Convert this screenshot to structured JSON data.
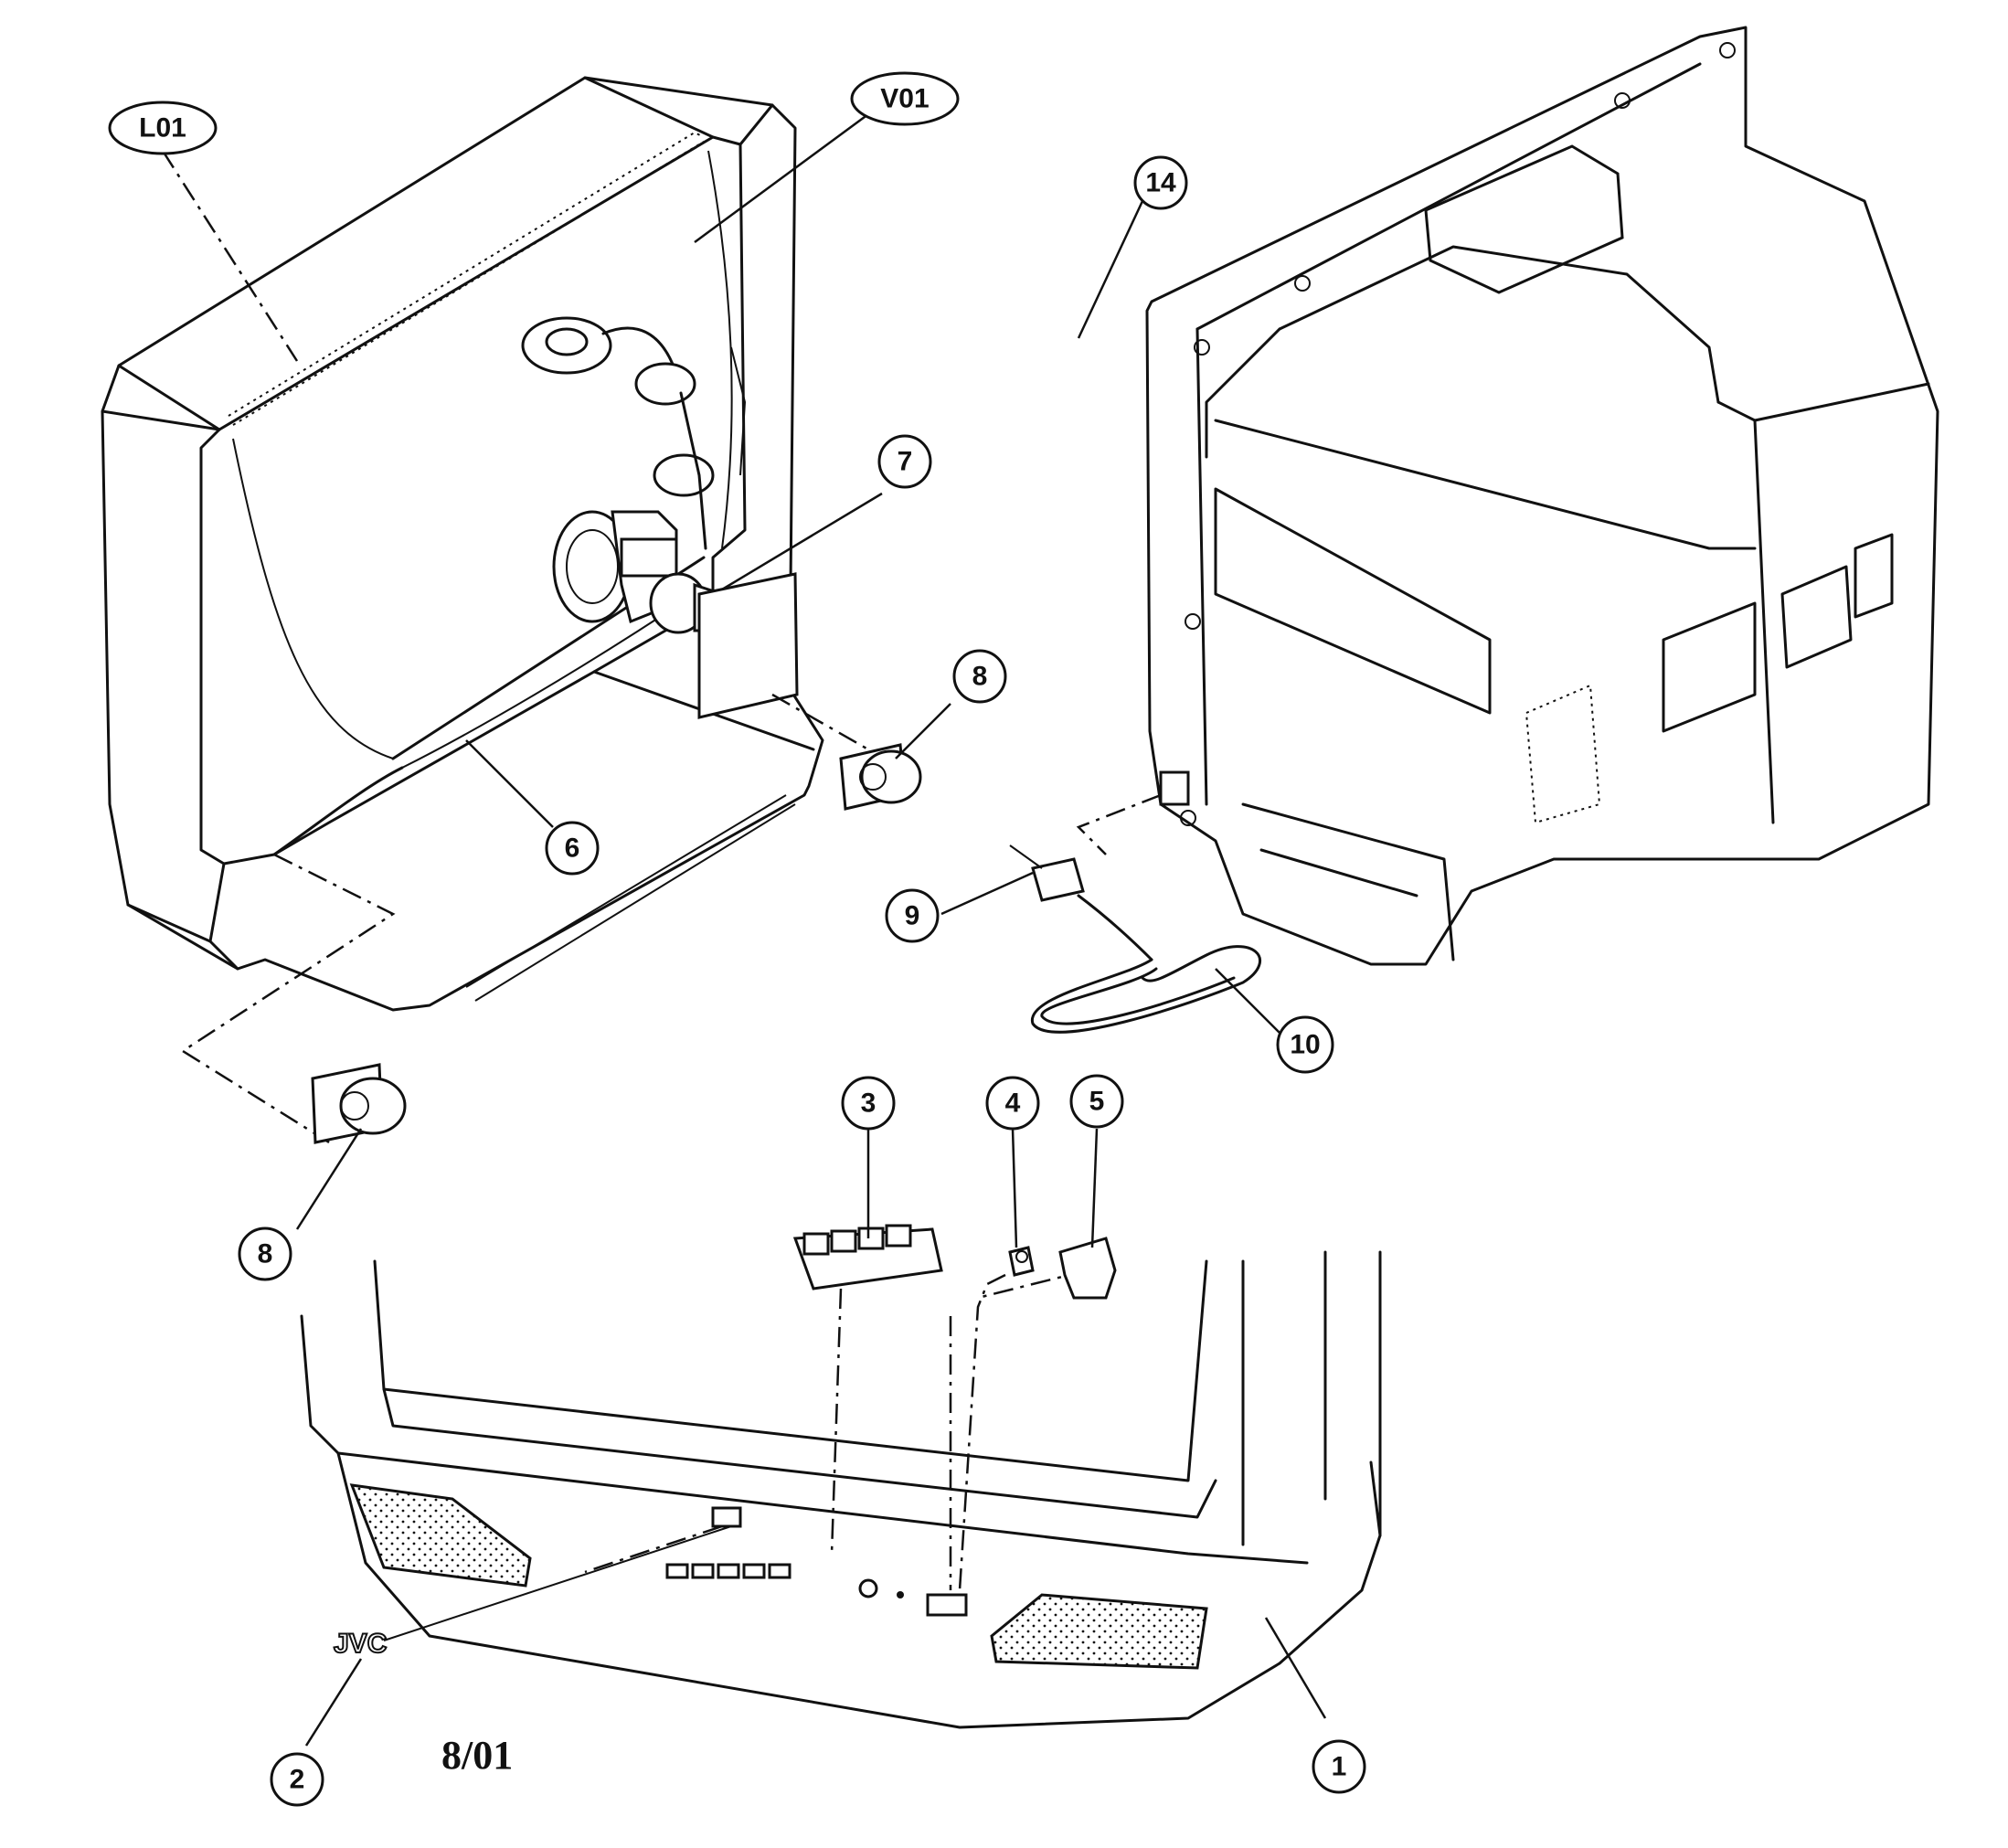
{
  "callouts": {
    "l01": "L01",
    "v01": "V01",
    "c14": "14",
    "c7": "7",
    "c8a": "8",
    "c6": "6",
    "c9": "9",
    "c10": "10",
    "c8b": "8",
    "c3": "3",
    "c4": "4",
    "c5": "5",
    "c2": "2",
    "c1": "1"
  },
  "logo_text": "JVC",
  "revision_date": "8/01"
}
